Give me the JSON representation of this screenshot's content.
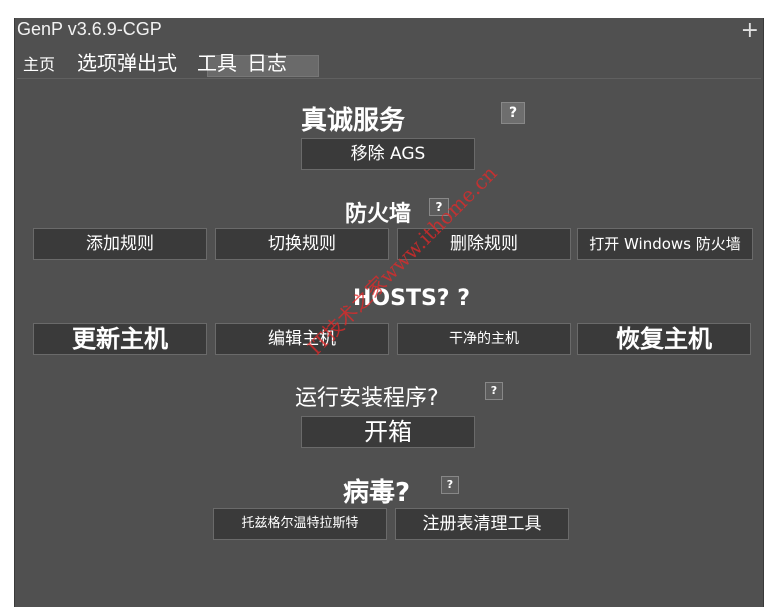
{
  "window": {
    "title": "GenP v3.6.9-CGP",
    "plus_label": "+"
  },
  "tabs": [
    {
      "label": "主页"
    },
    {
      "label": "选项"
    },
    {
      "label": "弹出式"
    },
    {
      "label": "工具"
    },
    {
      "label": "日志"
    }
  ],
  "sections": {
    "genuine": {
      "title": "真诚服务",
      "help": "?",
      "buttons": [
        "移除 AGS"
      ]
    },
    "firewall": {
      "title": "防火墙",
      "help": "?",
      "buttons": [
        "添加规则",
        "切换规则",
        "删除规则",
        "打开 Windows 防火墙"
      ]
    },
    "hosts": {
      "title": "HOSTS? ?",
      "buttons": [
        "更新主机",
        "编辑主机",
        "干净的主机",
        "恢复主机"
      ]
    },
    "installer": {
      "title": "运行安装程序?",
      "help": "?",
      "buttons": [
        "开箱"
      ]
    },
    "virus": {
      "title": "病毒?",
      "help": "?",
      "buttons": [
        "托兹格尔温特拉斯特",
        "注册表清理工具"
      ]
    }
  },
  "watermark": {
    "text": "IT技术之家www.ithome.cn"
  }
}
